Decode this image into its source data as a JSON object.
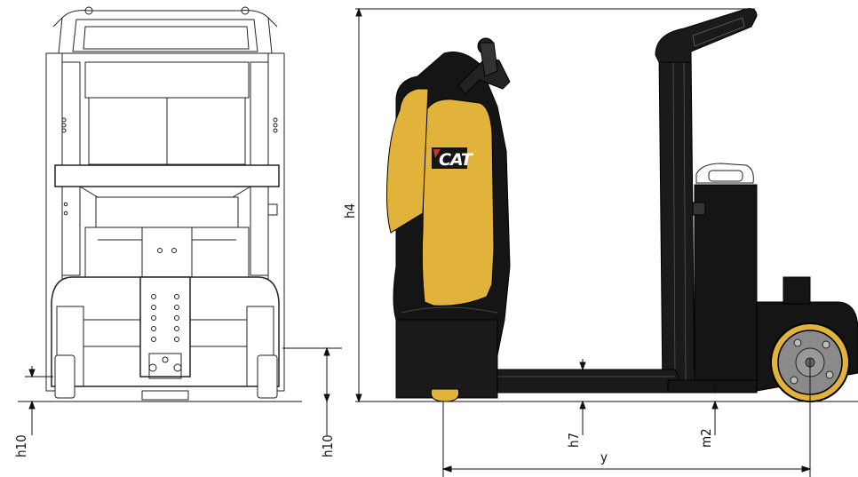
{
  "labels": {
    "h10_left": "h10",
    "h10_right": "h10",
    "h4": "h4",
    "h7": "h7",
    "m2": "m2",
    "y": "y",
    "brand": "CAT"
  },
  "colors": {
    "body_yellow": "#E2B33A",
    "body_black": "#151515",
    "wheel_grey": "#8a8a8a",
    "line": "#111111"
  }
}
